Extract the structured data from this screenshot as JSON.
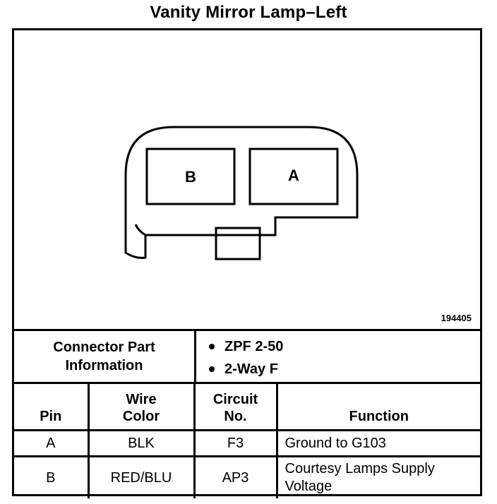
{
  "title": "Vanity Mirror Lamp–Left",
  "figure_number": "194405",
  "connector": {
    "cavities": [
      {
        "label": "B"
      },
      {
        "label": "A"
      }
    ]
  },
  "connector_part_info": {
    "label_line1": "Connector Part",
    "label_line2": "Information",
    "items": [
      "ZPF 2-50",
      "2-Way F"
    ]
  },
  "table": {
    "headers": {
      "pin": "Pin",
      "wire_color_1": "Wire",
      "wire_color_2": "Color",
      "circuit_1": "Circuit",
      "circuit_2": "No.",
      "function": "Function"
    },
    "rows": [
      {
        "pin": "A",
        "wire_color": "BLK",
        "circuit": "F3",
        "function_1": "Ground to G103",
        "function_2": ""
      },
      {
        "pin": "B",
        "wire_color": "RED/BLU",
        "circuit": "AP3",
        "function_1": "Courtesy Lamps Supply",
        "function_2": "Voltage"
      }
    ]
  }
}
